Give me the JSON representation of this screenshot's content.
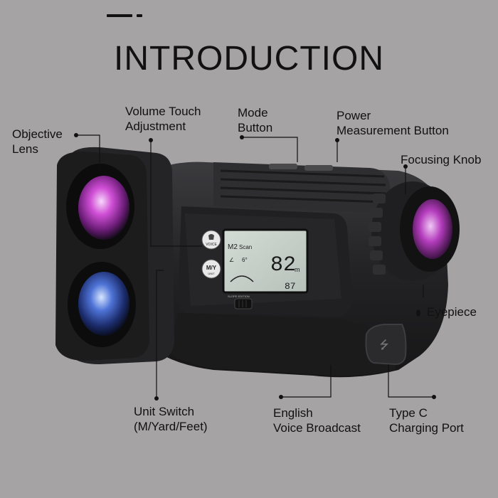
{
  "title": "INTRODUCTION",
  "labels": {
    "objective_lens": "Objective\nLens",
    "volume_touch": "Volume Touch\nAdjustment",
    "mode_button": "Mode\nButton",
    "power_button": "Power\nMeasurement Button",
    "focusing_knob": "Focusing Knob",
    "eyepiece": "Eyepiece",
    "unit_switch": "Unit Switch\n(M/Yard/Feet)",
    "english_voice": "English\nVoice Broadcast",
    "type_c": "Type C\nCharging Port"
  },
  "device": {
    "voice_btn": "VOICE",
    "unit_btn": "M/Y",
    "unit_sub": "UNIT",
    "screen_mode": "M2",
    "screen_scan": "Scan",
    "screen_angle": "6°",
    "screen_distance": "82",
    "screen_unit": "m",
    "screen_small": "87",
    "slope_label": "SLOPE EDITION"
  },
  "colors": {
    "background": "#a5a3a4",
    "body": "#2a2a2c",
    "lens_purple": "#c23fc6",
    "lens_blue": "#3d5fc0",
    "screen": "#c9d3cc"
  }
}
